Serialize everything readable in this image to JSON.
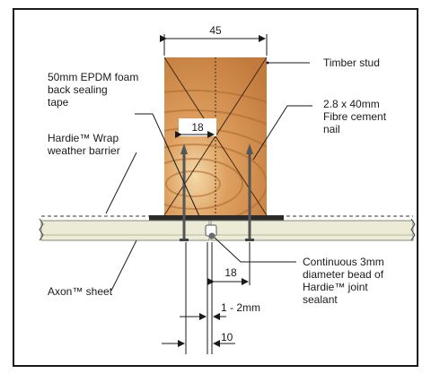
{
  "labels": {
    "timber_stud": "Timber stud",
    "foam_tape": [
      "50mm EPDM foam",
      "back sealing",
      "tape"
    ],
    "nail": [
      "2.8 x 40mm",
      "Fibre cement",
      "nail"
    ],
    "wrap": [
      "Hardie™ Wrap",
      "weather barrier"
    ],
    "axon": "Axon™ sheet",
    "sealant": [
      "Continuous 3mm",
      "diameter bead of",
      "Hardie™ joint",
      "sealant"
    ]
  },
  "dimensions": {
    "stud_width": "45",
    "inner_18": "18",
    "outer_18": "18",
    "gap": "1 - 2mm",
    "edge_10": "10"
  },
  "colors": {
    "timber": "#d9955a",
    "timber_dark": "#b96f33",
    "sheet": "#ecebd6",
    "sheet_edge": "#8a8a7a",
    "frame": "#1a1a1a"
  }
}
